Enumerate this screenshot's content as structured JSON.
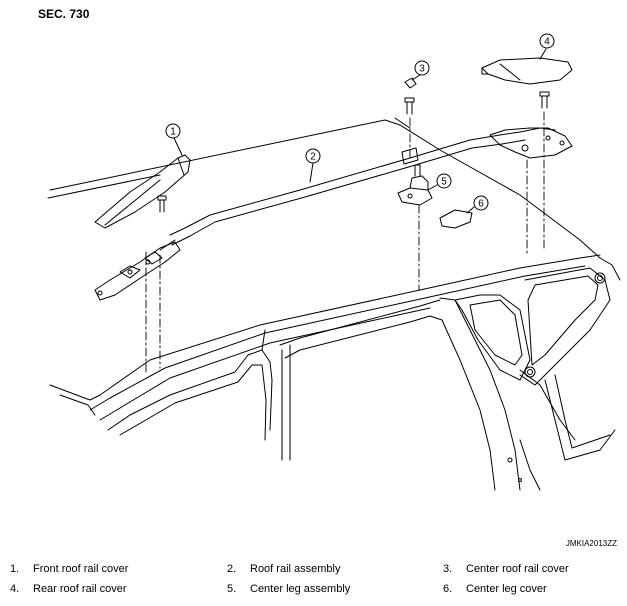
{
  "section_label": "SEC. 730",
  "drawing_code": "JMKIA2013ZZ",
  "callouts": [
    "1",
    "2",
    "3",
    "4",
    "5",
    "6"
  ],
  "legend": [
    {
      "num": "1.",
      "text": "Front roof rail cover"
    },
    {
      "num": "2.",
      "text": "Roof rail assembly"
    },
    {
      "num": "3.",
      "text": "Center roof rail cover"
    },
    {
      "num": "4.",
      "text": "Rear roof rail cover"
    },
    {
      "num": "5.",
      "text": "Center leg assembly"
    },
    {
      "num": "6.",
      "text": "Center leg cover"
    }
  ]
}
